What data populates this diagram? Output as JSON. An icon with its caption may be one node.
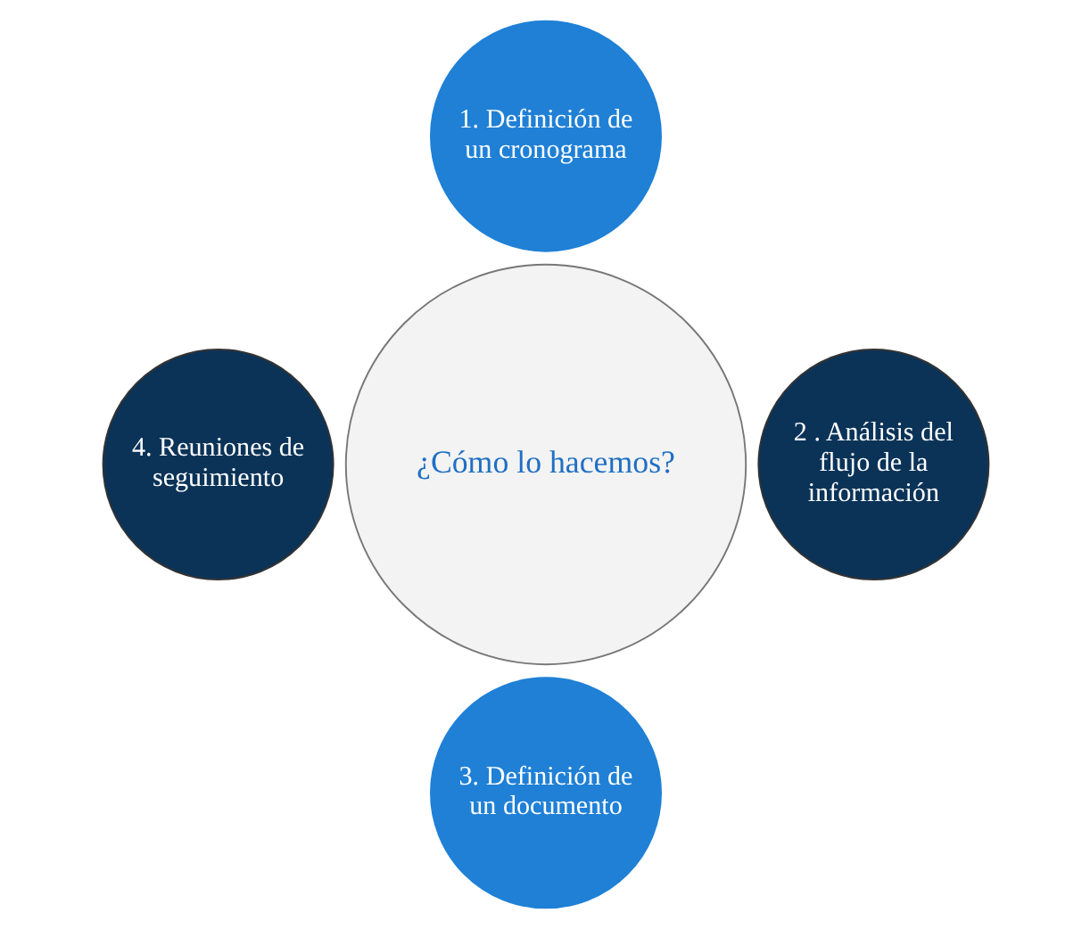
{
  "diagram": {
    "nodes": [
      {
        "text": [
          "1. Definición de un cronograma"
        ]
      },
      {
        "text": [
          "4. Reuniones de seguimiento"
        ]
      },
      {
        "text": [
          "¿Cómo lo hacemos?"
        ]
      },
      {
        "text": [
          "2 . Análisis del flujo de la información"
        ]
      },
      {
        "text": [
          "3. Definición de un documento"
        ]
      }
    ]
  }
}
